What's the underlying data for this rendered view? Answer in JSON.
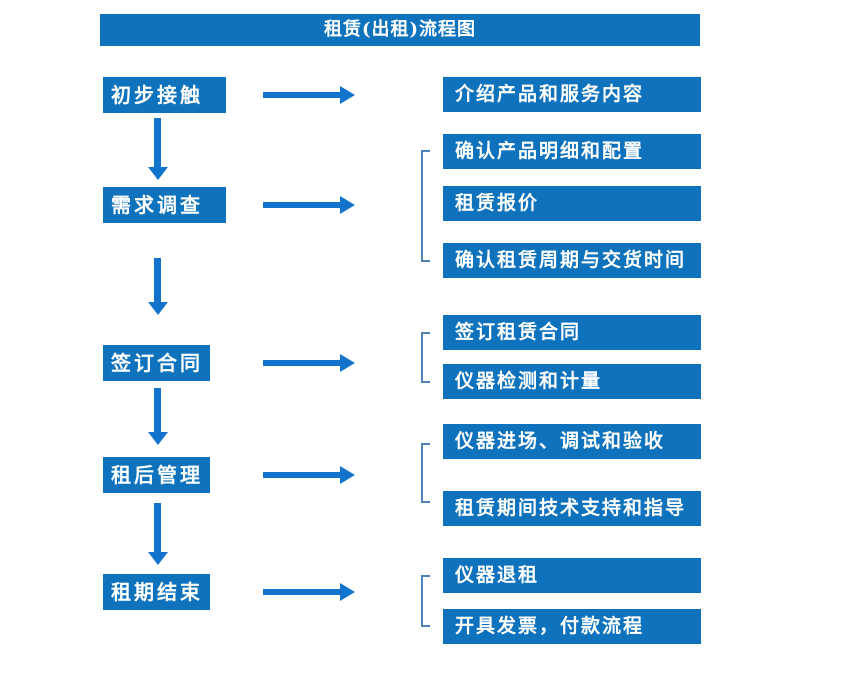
{
  "title": "租赁(出租)流程图",
  "colors": {
    "box_blue": "#0e72bd",
    "arrow_blue": "#1274cd",
    "bracket_blue": "#4f81bd",
    "text_white": "#ffffff"
  },
  "stages": [
    {
      "label": "初步接触",
      "details": [
        "介绍产品和服务内容"
      ]
    },
    {
      "label": "需求调查",
      "details": [
        "确认产品明细和配置",
        "租赁报价",
        "确认租赁周期与交货时间"
      ]
    },
    {
      "label": "签订合同",
      "details": [
        "签订租赁合同",
        "仪器检测和计量"
      ]
    },
    {
      "label": "租后管理",
      "details": [
        "仪器进场、调试和验收",
        "租赁期间技术支持和指导"
      ]
    },
    {
      "label": "租期结束",
      "details": [
        "仪器退租",
        "开具发票，付款流程"
      ]
    }
  ]
}
